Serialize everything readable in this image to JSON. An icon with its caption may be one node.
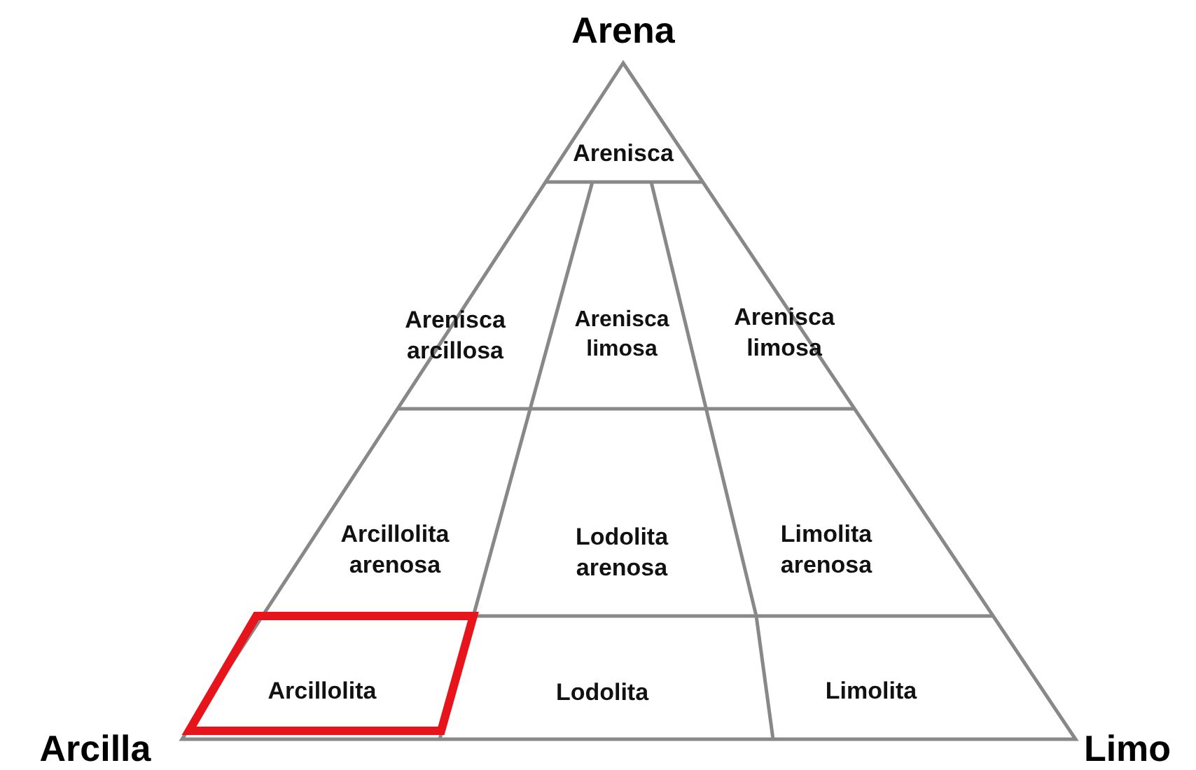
{
  "diagram": {
    "nodes": [
      {
        "text": [
          "Arenisca"
        ]
      },
      {
        "text": [
          "Arenisca arcillosa"
        ]
      },
      {
        "text": [
          "Arenisca limosa"
        ]
      },
      {
        "text": [
          "Arenisca limosa"
        ]
      },
      {
        "text": [
          "Arcillolita arenosa"
        ]
      },
      {
        "text": [
          "Lodolita arenosa"
        ]
      },
      {
        "text": [
          "Limolita arenosa"
        ]
      },
      {
        "text": [
          "Arcillolita"
        ]
      },
      {
        "text": [
          "Lodolita"
        ]
      },
      {
        "text": [
          "Limolita"
        ]
      }
    ],
    "labels": [
      "Arena",
      "Arcilla",
      "Limo"
    ]
  }
}
